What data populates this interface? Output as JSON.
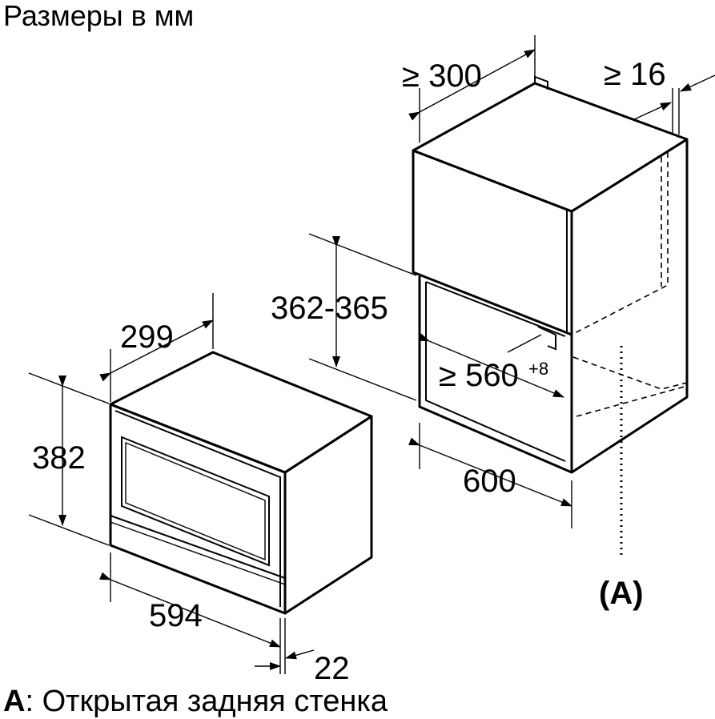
{
  "header": {
    "title": "Размеры в мм"
  },
  "legend": {
    "key": "A",
    "text": ": Открытая задняя стенка"
  },
  "dimensions": {
    "niche_depth": "≥ 300",
    "niche_side_gap": "≥ 16",
    "niche_height": "362-365",
    "niche_width_min": "≥ 560",
    "niche_width_tolerance": "+8",
    "cabinet_width": "600",
    "oven_depth": "299",
    "oven_height": "382",
    "oven_width": "594",
    "front_panel_depth": "22",
    "rear_opening_marker": "(A)"
  }
}
